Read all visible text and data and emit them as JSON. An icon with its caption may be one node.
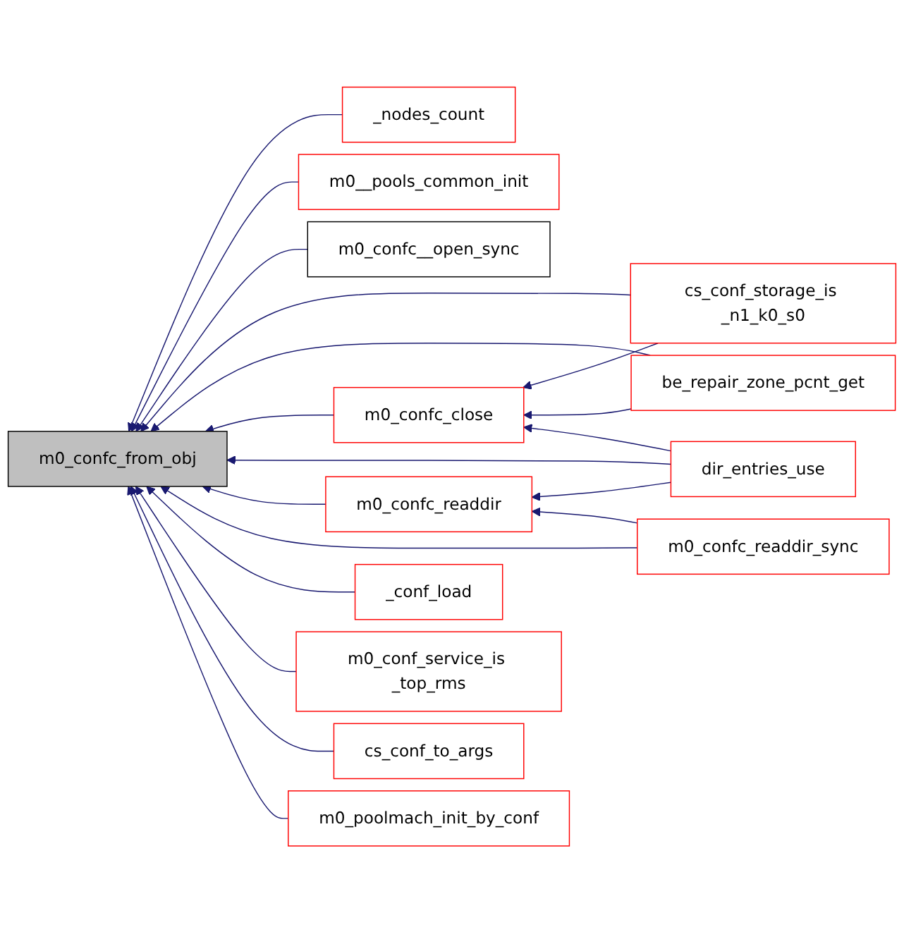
{
  "diagram": {
    "nodes": [
      {
        "text": [
          "m0_confc_from_obj"
        ]
      },
      {
        "text": [
          "_nodes_count"
        ]
      },
      {
        "text": [
          "m0__pools_common_init"
        ]
      },
      {
        "text": [
          "m0_confc__open_sync"
        ]
      },
      {
        "text": [
          "cs_conf_storage_is _n1_k0_s0"
        ]
      },
      {
        "text": [
          "m0_confc_close"
        ]
      },
      {
        "text": [
          "be_repair_zone_pcnt_get"
        ]
      },
      {
        "text": [
          "dir_entries_use"
        ]
      },
      {
        "text": [
          "m0_confc_readdir"
        ]
      },
      {
        "text": [
          "m0_confc_readdir_sync"
        ]
      },
      {
        "text": [
          "_conf_load"
        ]
      },
      {
        "text": [
          "m0_conf_service_is _top_rms"
        ]
      },
      {
        "text": [
          "cs_conf_to_args"
        ]
      },
      {
        "text": [
          "m0_poolmach_init_by_conf"
        ]
      }
    ],
    "edges": [
      {
        "from": 1,
        "to": 0,
        "arrow": "to"
      },
      {
        "from": 2,
        "to": 0,
        "arrow": "to"
      },
      {
        "from": 3,
        "to": 0,
        "arrow": "to"
      },
      {
        "from": 4,
        "to": 0,
        "arrow": "to"
      },
      {
        "from": 6,
        "to": 0,
        "arrow": "to"
      },
      {
        "from": 5,
        "to": 0,
        "arrow": "to"
      },
      {
        "from": 7,
        "to": 0,
        "arrow": "to"
      },
      {
        "from": 8,
        "to": 0,
        "arrow": "to"
      },
      {
        "from": 9,
        "to": 0,
        "arrow": "to"
      },
      {
        "from": 10,
        "to": 0,
        "arrow": "to"
      },
      {
        "from": 11,
        "to": 0,
        "arrow": "to"
      },
      {
        "from": 12,
        "to": 0,
        "arrow": "to"
      },
      {
        "from": 13,
        "to": 0,
        "arrow": "to"
      },
      {
        "from": 4,
        "to": 5,
        "arrow": "to"
      },
      {
        "from": 6,
        "to": 5,
        "arrow": "to"
      },
      {
        "from": 7,
        "to": 5,
        "arrow": "to"
      },
      {
        "from": 7,
        "to": 8,
        "arrow": "to"
      },
      {
        "from": 9,
        "to": 8,
        "arrow": "to"
      }
    ]
  }
}
